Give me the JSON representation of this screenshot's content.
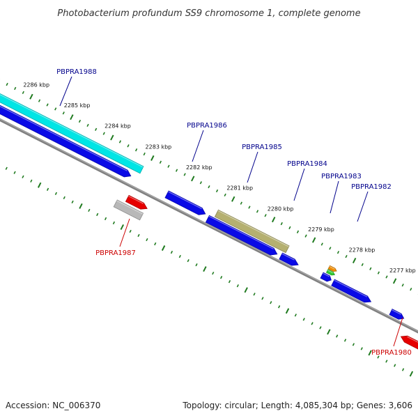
{
  "title": "Photobacterium profundum SS9 chromosome 1, complete genome",
  "footer": {
    "accession": "Accession: NC_006370",
    "summary": "Topology: circular; Length: 4,085,304 bp; Genes: 3,606"
  },
  "colors": {
    "backbone": "#808080",
    "tick": "#1f7a1f",
    "forward_label": "#00008b",
    "reverse_label": "#cc0000",
    "gene_blue": "#0a0ae6",
    "gene_cyan": "#00e5e5",
    "gene_olive": "#b5b070",
    "gene_red": "#e60000",
    "gene_gray": "#b8b8b8",
    "gene_orange": "#f08c00",
    "gene_green": "#33cc33"
  },
  "kbp_labels": [
    "2286 kbp",
    "2285 kbp",
    "2284 kbp",
    "2283 kbp",
    "2282 kbp",
    "2281 kbp",
    "2280 kbp",
    "2279 kbp",
    "2278 kbp",
    "2277 kbp"
  ],
  "gene_labels": [
    {
      "id": "PBPRA1988",
      "strand": "forward"
    },
    {
      "id": "PBPRA1986",
      "strand": "forward"
    },
    {
      "id": "PBPRA1985",
      "strand": "forward"
    },
    {
      "id": "PBPRA1984",
      "strand": "forward"
    },
    {
      "id": "PBPRA1983",
      "strand": "forward"
    },
    {
      "id": "PBPRA1982",
      "strand": "forward"
    },
    {
      "id": "PBPRA1987",
      "strand": "reverse"
    },
    {
      "id": "PBPRA1980",
      "strand": "reverse"
    }
  ]
}
